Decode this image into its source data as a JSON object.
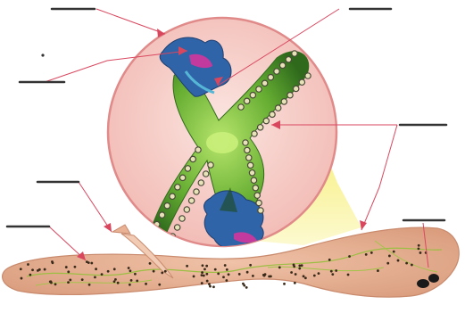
{
  "figure": {
    "background": "#ffffff",
    "labels": [
      {
        "id": "label-top-left",
        "text": ""
      },
      {
        "id": "label-top-right",
        "text": ""
      },
      {
        "id": "label-left-upper",
        "text": ""
      },
      {
        "id": "label-right-middle",
        "text": ""
      },
      {
        "id": "label-left-middle",
        "text": ""
      },
      {
        "id": "label-left-lower",
        "text": ""
      },
      {
        "id": "label-right-lower",
        "text": ""
      }
    ],
    "colors": {
      "circle_fill": "#f6c9c4",
      "circle_stroke": "#e08a8a",
      "body_fill": "#eab39a",
      "leader_line": "#d9475f",
      "hand_fill": "#2f64a8",
      "hand_accent": "#c23a9d",
      "structure_fill": "#5ea82d",
      "nucleus": "#8dd35a",
      "highlight": "#f7ef7a"
    },
    "icons": [
      "label-line-icon",
      "leader-arrow-icon",
      "ring-cluster-icon",
      "eye-spots-icon"
    ]
  }
}
